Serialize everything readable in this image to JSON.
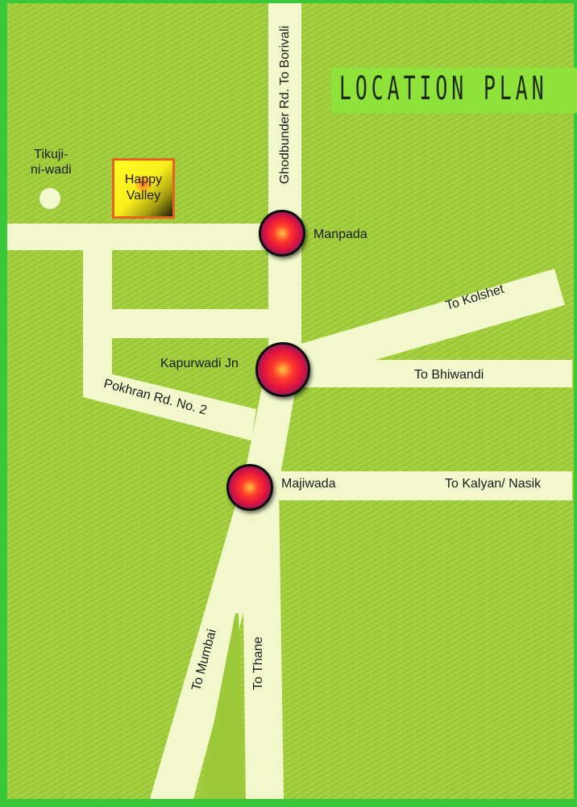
{
  "title": "LOCATION PLAN",
  "colors": {
    "border": "#39c839",
    "background": "#9cc93a",
    "road": "#f2f8cc",
    "title_band": "#8fe23a",
    "marker_core": "#ff3b2a",
    "project_box": "#fffb2a",
    "project_border": "#e8621c"
  },
  "project": {
    "name_line1": "Happy",
    "name_line2": "Valley"
  },
  "village": {
    "line1": "Tikuji-",
    "line2": "ni-wadi"
  },
  "junctions": [
    {
      "name": "Manpada",
      "icon": "junction-marker-icon"
    },
    {
      "name": "Kapurwadi Jn",
      "icon": "junction-marker-icon"
    },
    {
      "name": "Majiwada",
      "icon": "junction-marker-icon"
    }
  ],
  "roads": {
    "ghodbunder": "Ghodbunder Rd. To Borivali",
    "kolshet": "To Kolshet",
    "bhiwandi": "To Bhiwandi",
    "pokhran": "Pokhran Rd. No. 2",
    "kalyan": "To Kalyan/ Nasik",
    "mumbai": "To Mumbai",
    "thane": "To Thane"
  }
}
